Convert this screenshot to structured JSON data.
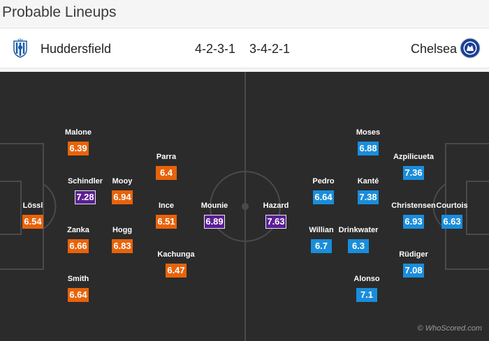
{
  "page_title": "Probable Lineups",
  "home": {
    "name": "Huddersfield",
    "formation": "4-2-3-1",
    "crest_icon": "huddersfield-crest-icon",
    "players": [
      {
        "name": "Malone",
        "rating": "6.39"
      },
      {
        "name": "Schindler",
        "rating": "7.28"
      },
      {
        "name": "Mooy",
        "rating": "6.94"
      },
      {
        "name": "Parra",
        "rating": "6.4"
      },
      {
        "name": "Lössl",
        "rating": "6.54"
      },
      {
        "name": "Ince",
        "rating": "6.51"
      },
      {
        "name": "Mounie",
        "rating": "6.89"
      },
      {
        "name": "Zanka",
        "rating": "6.66"
      },
      {
        "name": "Hogg",
        "rating": "6.83"
      },
      {
        "name": "Kachunga",
        "rating": "6.47"
      },
      {
        "name": "Smith",
        "rating": "6.64"
      }
    ]
  },
  "away": {
    "name": "Chelsea",
    "formation": "3-4-2-1",
    "crest_icon": "chelsea-crest-icon",
    "players": [
      {
        "name": "Moses",
        "rating": "6.88"
      },
      {
        "name": "Azpilicueta",
        "rating": "7.36"
      },
      {
        "name": "Pedro",
        "rating": "6.64"
      },
      {
        "name": "Kanté",
        "rating": "7.38"
      },
      {
        "name": "Hazard",
        "rating": "7.63"
      },
      {
        "name": "Christensen",
        "rating": "6.93"
      },
      {
        "name": "Courtois",
        "rating": "6.63"
      },
      {
        "name": "Willian",
        "rating": "6.7"
      },
      {
        "name": "Drinkwater",
        "rating": "6.3"
      },
      {
        "name": "Rüdiger",
        "rating": "7.08"
      },
      {
        "name": "Alonso",
        "rating": "7.1"
      }
    ]
  },
  "watermark": "© WhoScored.com",
  "colors": {
    "home_rating": "#e8630a",
    "away_rating": "#1a8ddb",
    "top_rating": "#5b1f94",
    "pitch": "#2b2b2b",
    "lines": "#4a4a4a"
  }
}
